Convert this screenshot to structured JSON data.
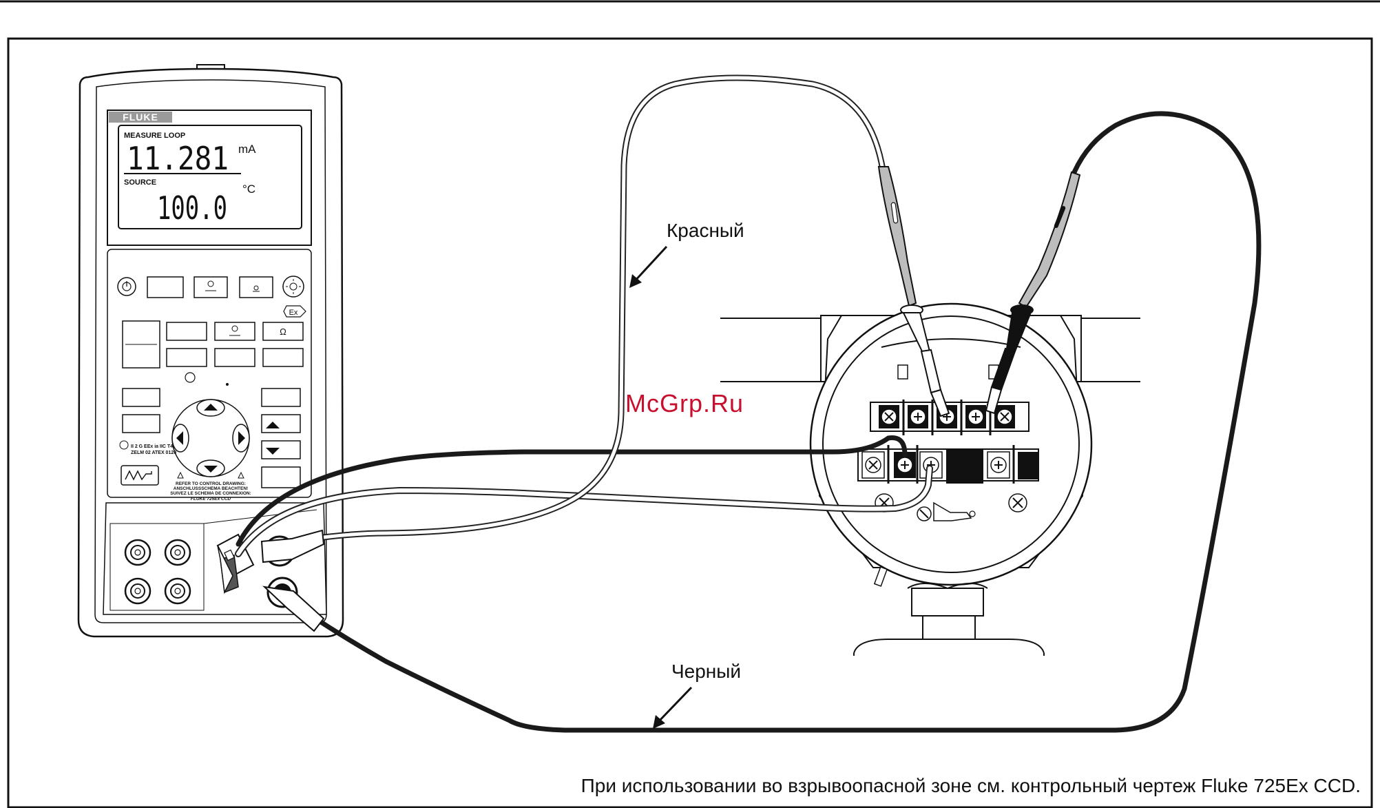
{
  "calibrator": {
    "brand": "FLUKE",
    "display": {
      "measure_label": "MEASURE LOOP",
      "measure_value": "11.281",
      "measure_unit": "mA",
      "source_label": "SOURCE",
      "source_value": "100.0",
      "source_unit": "°C"
    },
    "keys": {
      "ex_mark": "Ex",
      "ohm_label": "Ω"
    },
    "cert_text": {
      "line1": "II 2 G EEx ia IIC T4",
      "line2": "ZELM 02 ATEX 0120"
    },
    "warning_text": {
      "line1": "REFER TO CONTROL DRAWING:",
      "line2": "ANSCHLUSSSCHEMA BEACHTEN!",
      "line3": "SUIVEZ LE SCHEMA DE CONNEXION:",
      "line4": "FLUKE 725Ex CCD"
    }
  },
  "labels": {
    "red_lead": "Красный",
    "black_lead": "Черный"
  },
  "watermark": "McGrp.Ru",
  "footer_note": "При использовании во взрывоопасной зоне см. контрольный чертеж Fluke 725Ex CCD.",
  "colors": {
    "ink": "#111111",
    "watermark": "#c8102e",
    "lead_black": "#1a1a1a",
    "lead_red_outline": "#222222"
  }
}
